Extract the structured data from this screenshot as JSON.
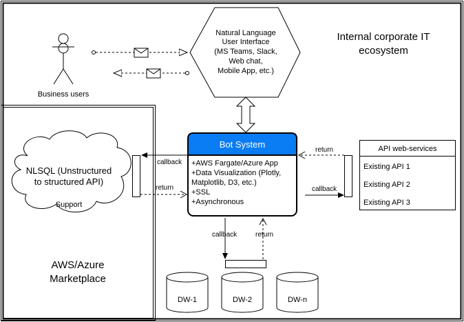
{
  "regions": {
    "corporate_title_line1": "Internal corporate IT",
    "corporate_title_line2": "ecosystem",
    "marketplace_line1": "AWS/Azure",
    "marketplace_line2": "Marketplace"
  },
  "actors": {
    "business_users": "Business users"
  },
  "nlui": {
    "lines": [
      "Natural Language",
      "User Interface",
      "(MS Teams, Slack,",
      "Web chat,",
      "Mobile App, etc.)"
    ]
  },
  "bot": {
    "title": "Bot System",
    "lines": [
      "+AWS Fargate/Azure App",
      "+Data Visualization (Plotly,",
      "Matplotlib, D3, etc.)",
      "+SSL",
      "+Asynchronous"
    ]
  },
  "nlsql": {
    "line1": "NLSQL (Unstructured",
    "line2": "to structured API)",
    "support": "Support"
  },
  "api": {
    "title": "API web-services",
    "items": [
      "Existing API 1",
      "Existing API 2",
      "Existing API 3"
    ]
  },
  "databases": [
    "DW-1",
    "DW-2",
    "DW-n"
  ],
  "edge_labels": {
    "callback_left": "callback",
    "return_left": "return",
    "return_right": "return",
    "callback_right": "callback",
    "callback_bottom": "callback",
    "return_bottom": "return"
  },
  "colors": {
    "bot_header": "#0a7cf4",
    "bot_header_text": "#ffffff",
    "line": "#000000",
    "background": "#ffffff"
  }
}
